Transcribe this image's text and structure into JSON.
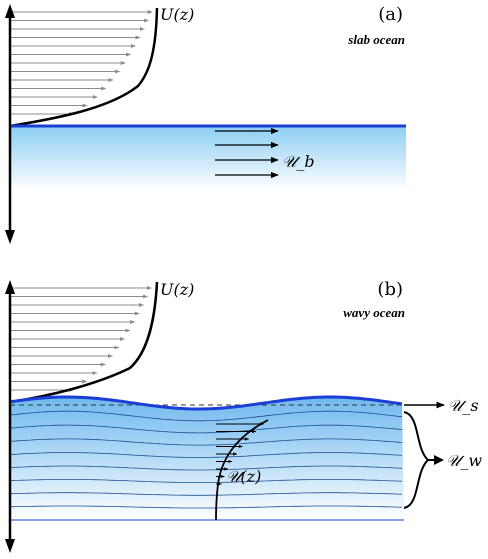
{
  "panel_a": {
    "tag": "(a)",
    "title": "slab ocean",
    "wind_label": "U(z)",
    "current_label": "𝒰_b"
  },
  "panel_b": {
    "tag": "(b)",
    "title": "wavy ocean",
    "wind_label": "U(z)",
    "current_label": "𝒰(z)",
    "surface_label": "𝒰_s",
    "wave_label": "𝒰_w"
  },
  "colors": {
    "water_top": "#8ccdf2",
    "water_bottom": "#ffffff",
    "surface_line": "#1b3fd6",
    "wave_line": "#1e4f96",
    "wind_arrow": "#8c8c8c"
  }
}
